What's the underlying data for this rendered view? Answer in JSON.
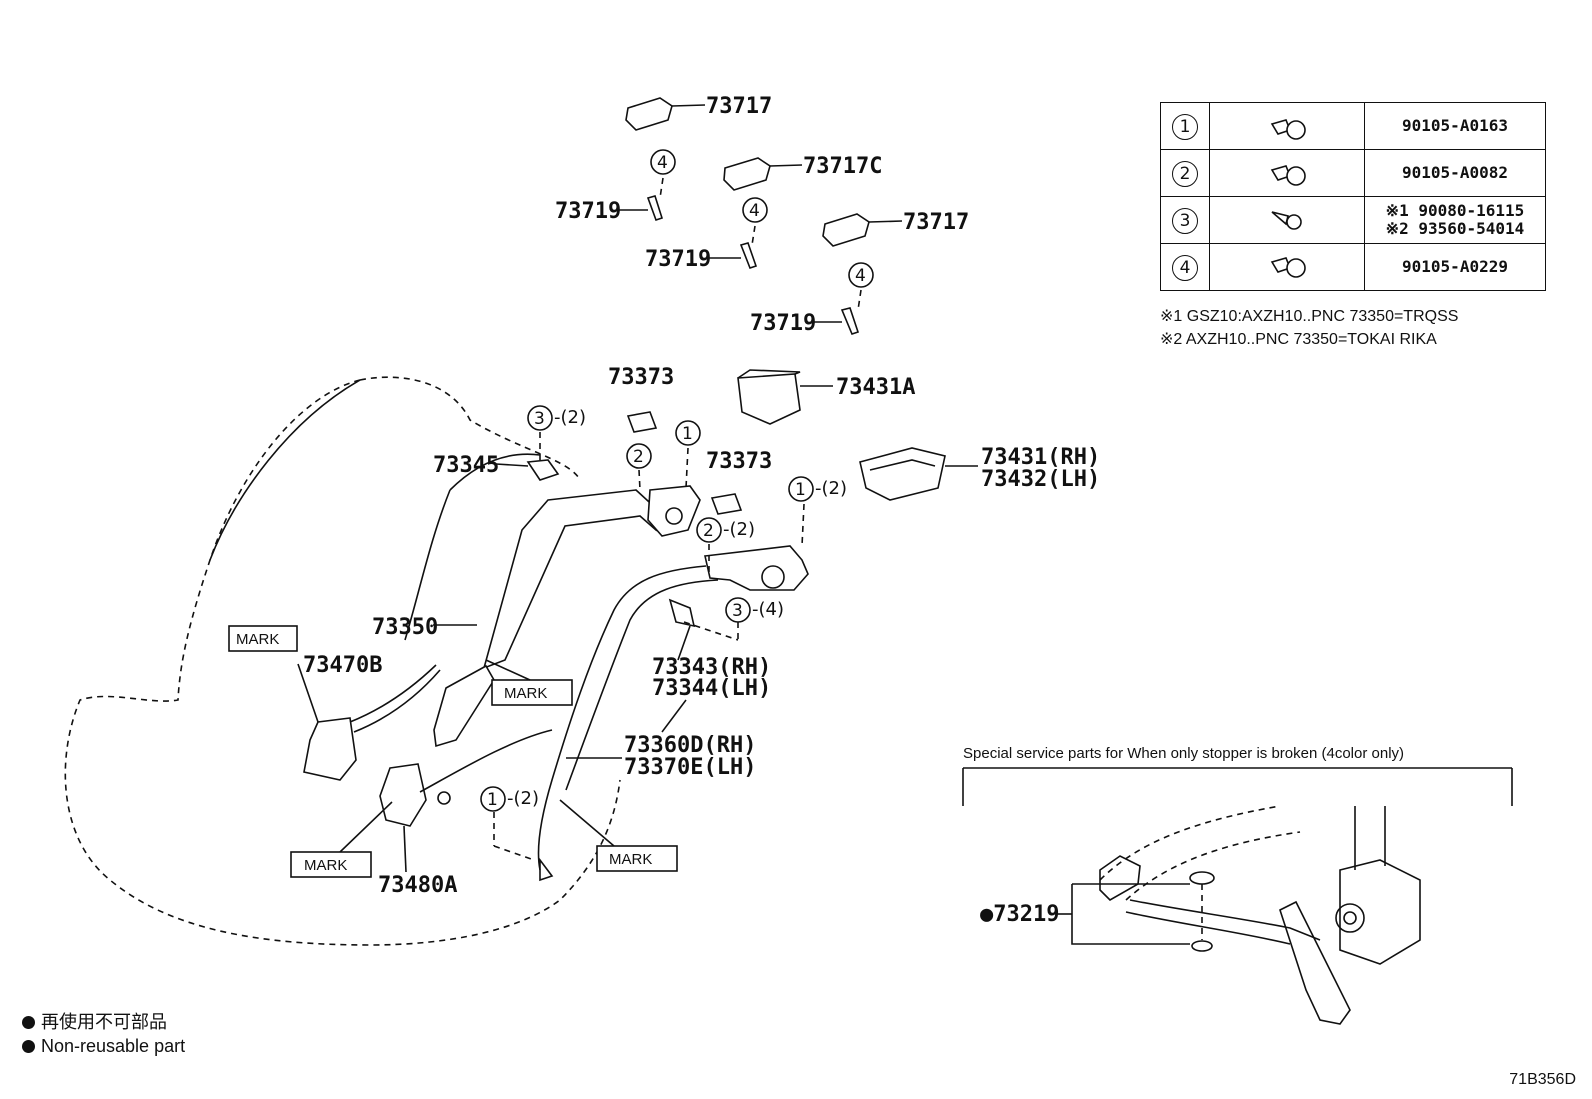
{
  "diagram": {
    "parts": {
      "p73717a": "73717",
      "p73717c": "73717C",
      "p73717b": "73717",
      "p73719a": "73719",
      "p73719b": "73719",
      "p73719c": "73719",
      "p73373a": "73373",
      "p73373b": "73373",
      "p73431a": "73431A",
      "p73431rh": "73431(RH)",
      "p73432lh": "73432(LH)",
      "p73345": "73345",
      "p73350": "73350",
      "p73470b": "73470B",
      "p73343rh": "73343(RH)",
      "p73344lh": "73344(LH)",
      "p73360d": "73360D(RH)",
      "p73370e": "73370E(LH)",
      "p73480a": "73480A",
      "p73219": "●73219"
    },
    "mark_label": "MARK",
    "callouts": {
      "c1": "1",
      "c2": "2",
      "c3": "3",
      "c4": "4",
      "q2": "-(2)",
      "q4": "-(4)"
    }
  },
  "fastener_table": {
    "rows": [
      {
        "id": "1",
        "part": "90105-A0163",
        "part2": ""
      },
      {
        "id": "2",
        "part": "90105-A0082",
        "part2": ""
      },
      {
        "id": "3",
        "part": "※1 90080-16115",
        "part2": "※2 93560-54014"
      },
      {
        "id": "4",
        "part": "90105-A0229",
        "part2": ""
      }
    ]
  },
  "notes": [
    "※1 GSZ10:AXZH10..PNC 73350=TRQSS",
    "※2 AXZH10..PNC 73350=TOKAI RIKA"
  ],
  "special_service": {
    "label": "Special service parts for When only stopper is broken (4color only)"
  },
  "legend": {
    "jp": "再使用不可部品",
    "en": "Non-reusable part"
  },
  "diagram_code": "71B356D"
}
